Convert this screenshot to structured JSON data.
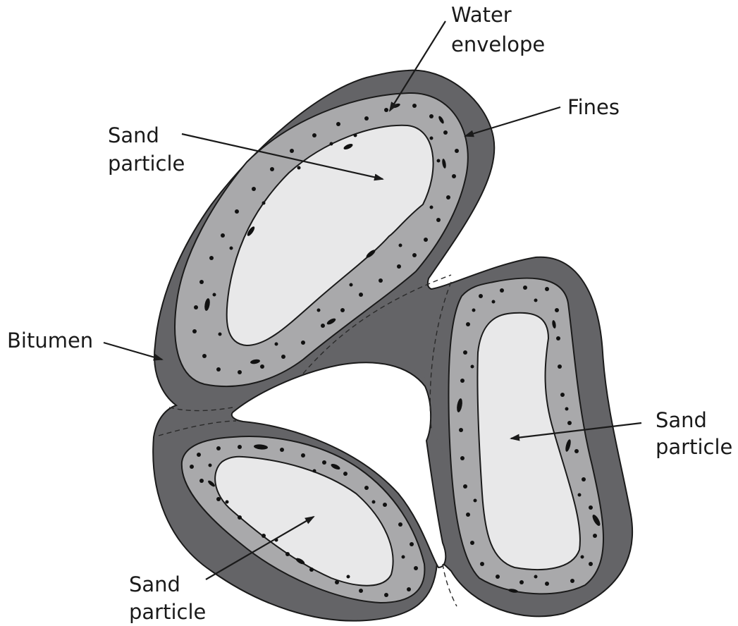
{
  "labels": {
    "water_envelope_line1": "Water",
    "water_envelope_line2": "envelope",
    "fines": "Fines",
    "sand_top_line1": "Sand",
    "sand_top_line2": "particle",
    "bitumen": "Bitumen",
    "sand_right_line1": "Sand",
    "sand_right_line2": "particle",
    "sand_bottom_line1": "Sand",
    "sand_bottom_line2": "particle"
  },
  "colors": {
    "bitumen": "#646467",
    "water_envelope": "#a9a9ab",
    "sand_particle": "#e8e8e9",
    "fines": "#111111",
    "background": "#ffffff"
  }
}
